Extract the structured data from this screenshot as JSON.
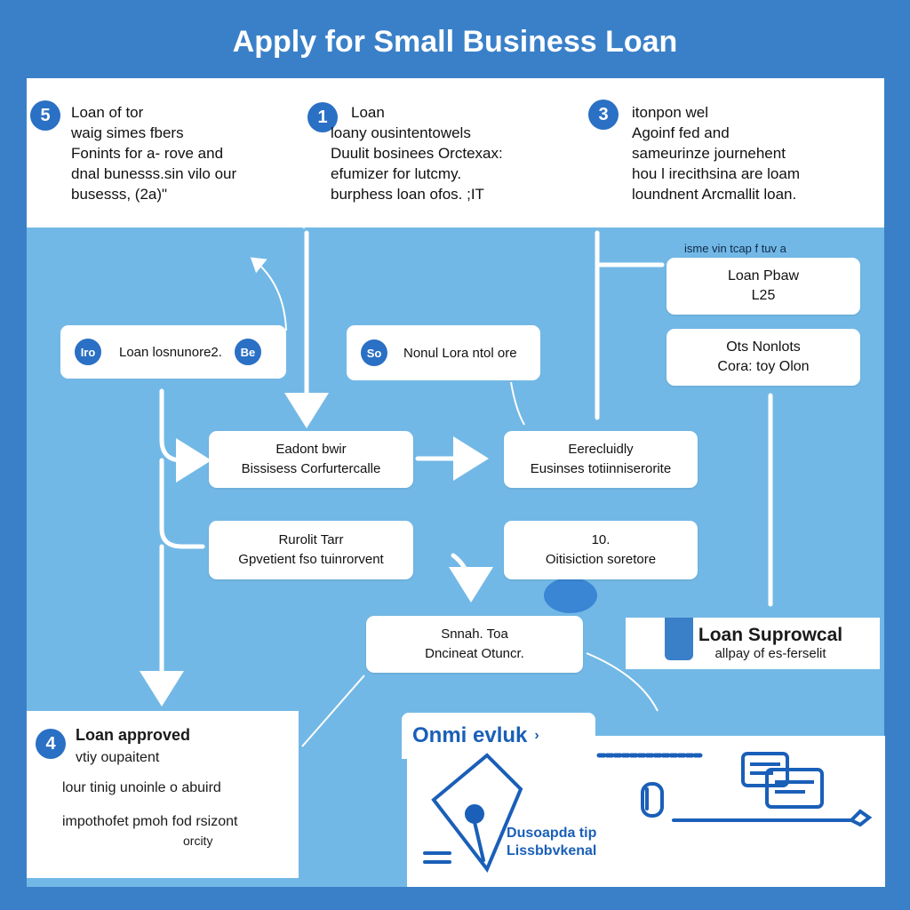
{
  "title": "Apply for Small Business Loan",
  "steps": [
    {
      "badge": "5",
      "lines": [
        "Loan of tor",
        "waig simes fbers",
        "Fonints for a- rove and",
        "dnal bunesss.sin vilo our",
        "busesss, (2a)\""
      ]
    },
    {
      "badge": "1",
      "lines": [
        "Loan",
        "loany ousintentowels",
        "Duulit bosinees Orctexax:",
        "efumizer for lutcmy.",
        "burphess loan ofos. ;IT"
      ]
    },
    {
      "badge": "3",
      "lines": [
        "itonpon wel",
        "Agoinf fed and",
        "sameurinze journehent",
        "hou l irecithsina are loam",
        "loundnent Arcmallit loan."
      ]
    }
  ],
  "approved": {
    "badge": "4",
    "title": "Loan approved",
    "lines": [
      "vtiy oupaitent",
      "lour tinig unoinle o abuird",
      "impothofet pmoh fod rsizont",
      "orcity"
    ]
  },
  "flow": {
    "pill_left": {
      "badge_left": "Iro",
      "label": "Loan losnunore2.",
      "badge_right": "Be"
    },
    "pill_mid": {
      "badge": "So",
      "label": "Nonul Lora ntol ore"
    },
    "box_a": [
      "Eadont bwir",
      "Bissisess Corfurtercalle"
    ],
    "box_b": [
      "Eerecluidly",
      "Eusinses totiinniserorite"
    ],
    "box_c": [
      "Rurolit Tarr",
      "Gpvetient fso tuinrorvent"
    ],
    "box_d": [
      "10.",
      "Oitisiction soretore"
    ],
    "box_e": [
      "Snnah. Toa",
      "Dncineat Otuncr."
    ],
    "right_note": "isme vin tcap f tuv a",
    "right_box1": [
      "Loan Pbaw",
      "L25"
    ],
    "right_box2": [
      "Ots Nonlots",
      "Cora: toy Olon"
    ]
  },
  "outcome": {
    "title": "Loan Suprowcal",
    "sub": "allpay of es-ferselit"
  },
  "online": {
    "tab": "Onmi evluk",
    "lines": [
      "Dusoapda tip",
      "Lissbbvkenal"
    ]
  }
}
